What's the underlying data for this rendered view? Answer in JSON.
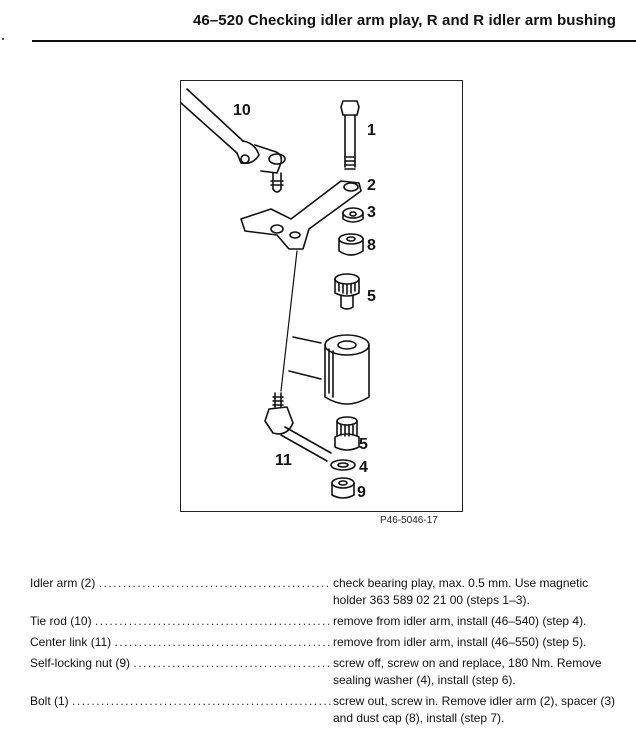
{
  "header": {
    "title": "46–520 Checking idler arm play, R and R idler arm bushing"
  },
  "figure": {
    "id_label": "P46-5046-17",
    "callouts": {
      "c10": "10",
      "c1": "1",
      "c2": "2",
      "c3": "3",
      "c8": "8",
      "c5a": "5",
      "c5b": "5",
      "c4": "4",
      "c9": "9",
      "c11": "11"
    }
  },
  "specs": [
    {
      "label": "Idler arm (2)",
      "value": "check bearing play, max. 0.5 mm. Use magnetic holder 363 589 02 21 00 (steps 1–3)."
    },
    {
      "label": "Tie rod (10)",
      "value": "remove from idler arm, install (46–540) (step 4)."
    },
    {
      "label": "Center link (11)",
      "value": "remove from idler arm, install (46–550) (step 5)."
    },
    {
      "label": "Self-locking nut (9)",
      "value": "screw off, screw on and replace, 180 Nm. Remove sealing washer (4), install (step 6)."
    },
    {
      "label": "Bolt (1)",
      "value": "screw out, screw in. Remove idler arm (2), spacer (3) and dust cap (8), install (step 7)."
    }
  ]
}
